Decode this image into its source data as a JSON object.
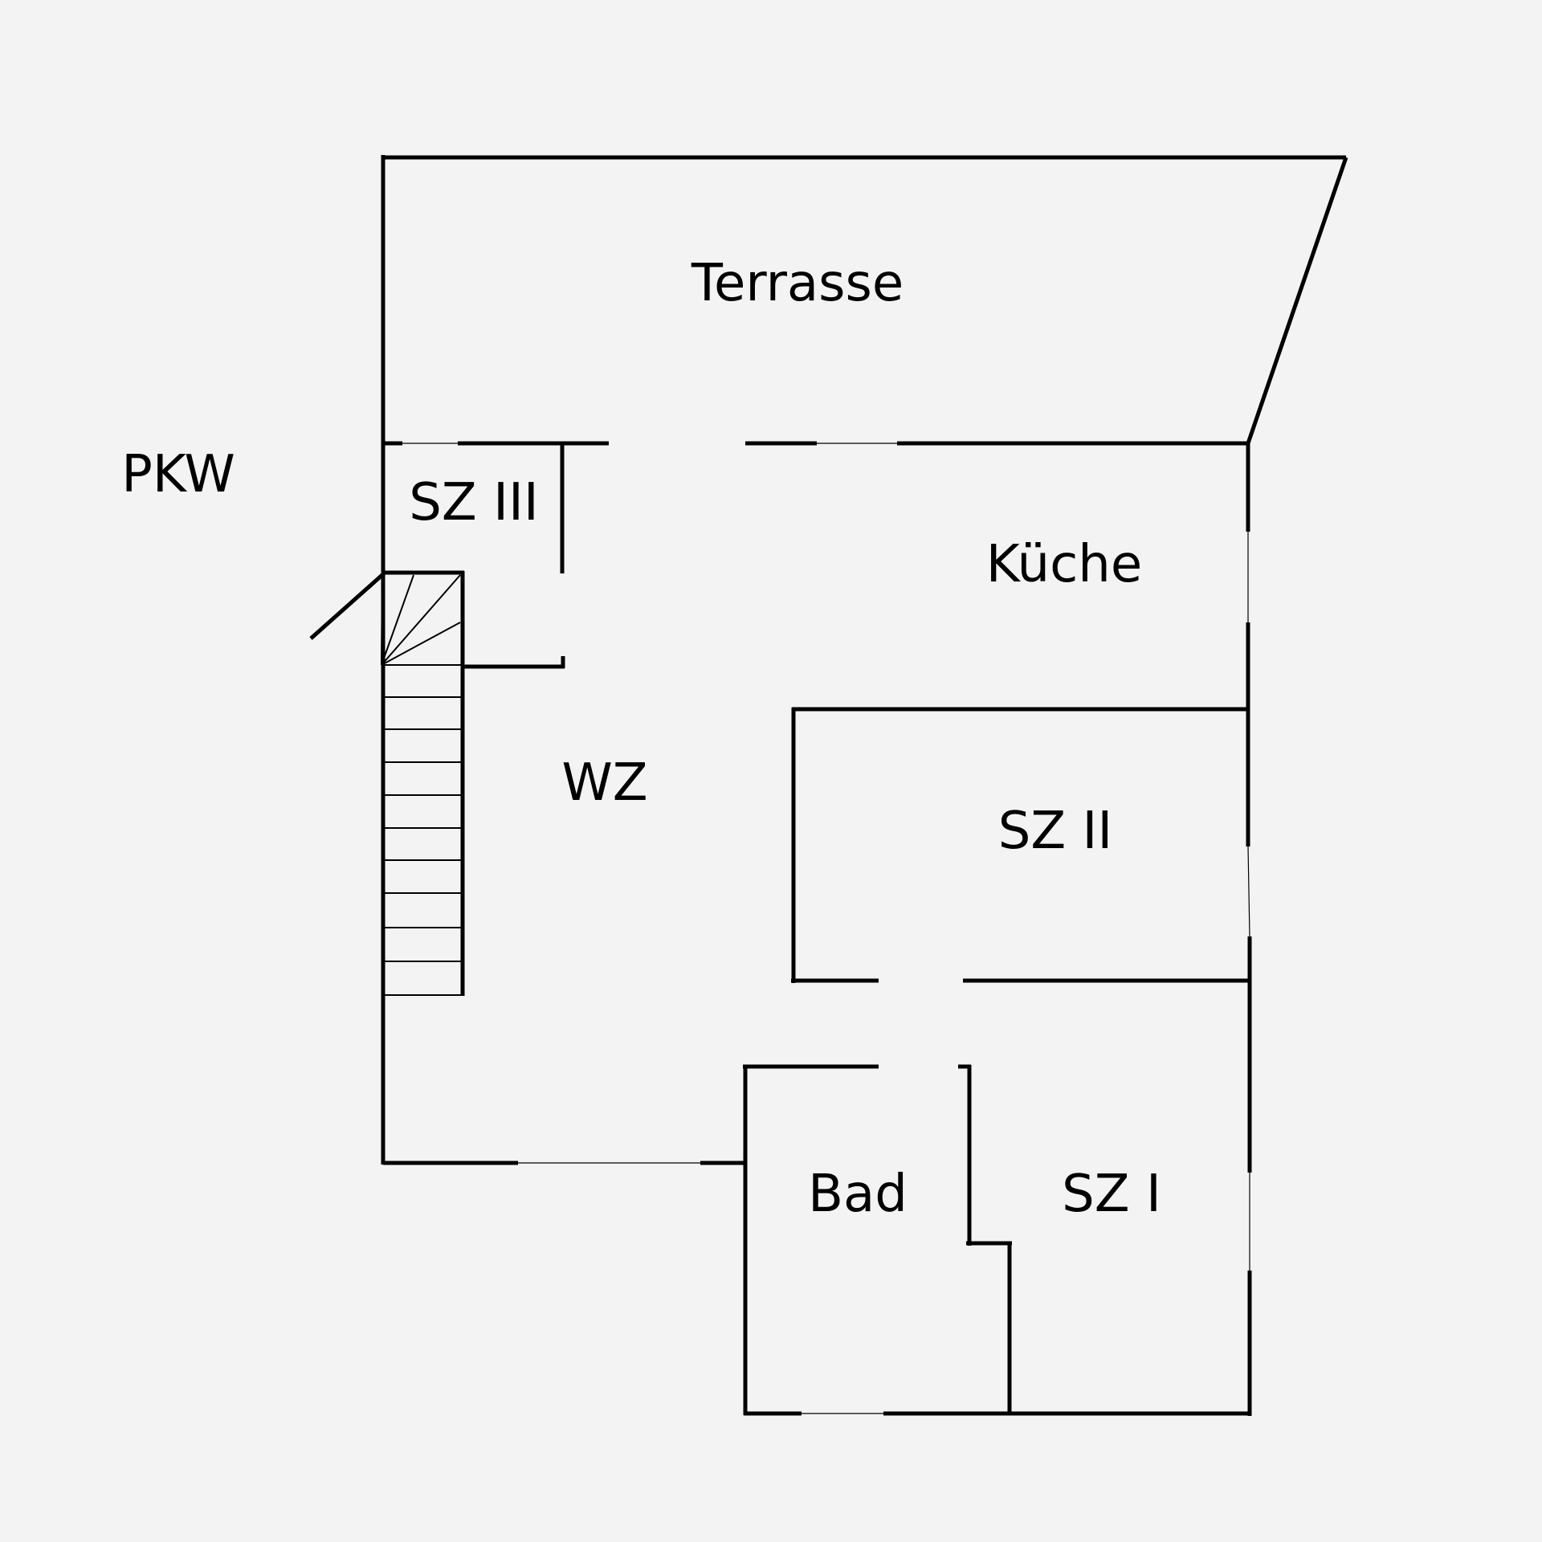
{
  "labels": {
    "terrasse": "Terrasse",
    "pkw": "PKW",
    "sz3": "SZ III",
    "kueche": "Küche",
    "wz": "WZ",
    "sz2": "SZ II",
    "bad": "Bad",
    "sz1": "SZ I"
  }
}
